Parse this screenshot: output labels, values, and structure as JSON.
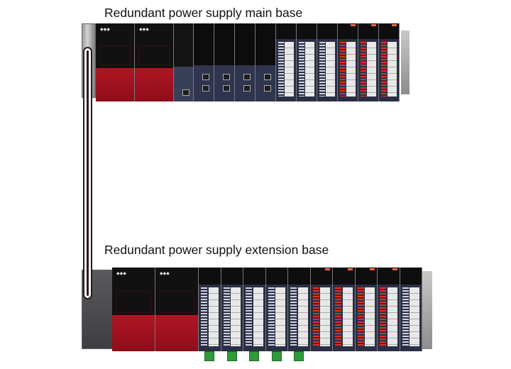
{
  "labels": {
    "main_base": "Redundant power supply main base",
    "extension_base": "Redundant power supply extension base"
  },
  "main_base_modules": [
    "psu",
    "psu",
    "cpu",
    "comm",
    "comm",
    "comm",
    "comm",
    "io",
    "io",
    "io",
    "io-red",
    "io-red",
    "io-red"
  ],
  "extension_base_modules": [
    "psu",
    "psu",
    "io-green",
    "io-green",
    "io-green",
    "io-green",
    "io-green",
    "io-red",
    "io-red",
    "io-red",
    "io-red",
    "io"
  ],
  "colors": {
    "power_supply_red": "#a01220",
    "module_navy": "#2b2f45",
    "connector_green": "#2f9a3a"
  }
}
